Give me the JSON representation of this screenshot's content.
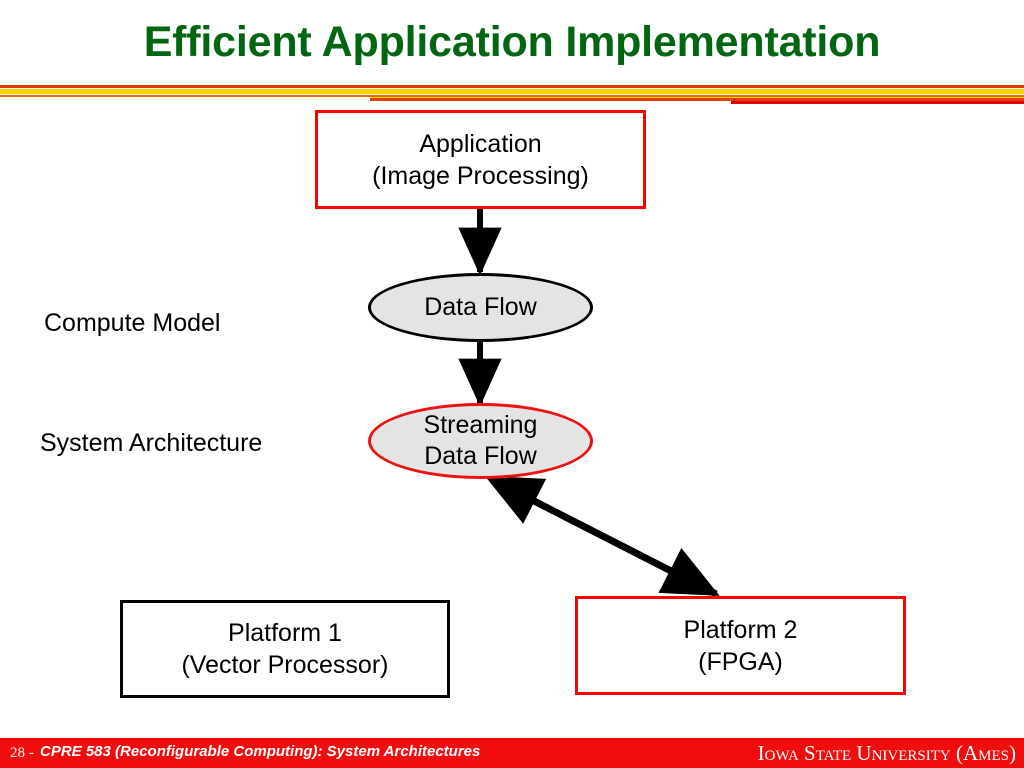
{
  "slide": {
    "title": "Efficient Application Implementation"
  },
  "diagram": {
    "nodes": {
      "application": {
        "line1": "Application",
        "line2": "(Image Processing)",
        "shape": "rectangle",
        "border_color": "#ff0000"
      },
      "data_flow": {
        "line1": "Data Flow",
        "shape": "ellipse",
        "border_color": "#000000",
        "fill_color": "#e4e4e4"
      },
      "streaming_data_flow": {
        "line1": "Streaming",
        "line2": "Data Flow",
        "shape": "ellipse",
        "border_color": "#ee1111",
        "fill_color": "#e4e4e4"
      },
      "platform1": {
        "line1": "Platform 1",
        "line2": "(Vector Processor)",
        "shape": "rectangle",
        "border_color": "#000000"
      },
      "platform2": {
        "line1": "Platform 2",
        "line2": "(FPGA)",
        "shape": "rectangle",
        "border_color": "#ff0000"
      }
    },
    "stage_labels": {
      "compute_model": "Compute Model",
      "system_architecture": "System Architecture"
    },
    "edges": [
      {
        "from": "application",
        "to": "data_flow",
        "style": "arrow-down"
      },
      {
        "from": "data_flow",
        "to": "streaming_data_flow",
        "style": "arrow-down"
      },
      {
        "from": "streaming_data_flow",
        "to": "platform2",
        "style": "double-headed-diagonal"
      }
    ]
  },
  "footer": {
    "slide_number": "28 -",
    "course": "CPRE 583 (Reconfigurable Computing):  System Architectures",
    "institution": "Iowa State University (Ames)",
    "bar_color": "#f00d0d"
  },
  "theme": {
    "title_color": "#006611",
    "rule_red": "#e03a00",
    "rule_yellow": "#ffd200",
    "rule_orange": "#e86a00",
    "accent_red": "#ff0000"
  }
}
